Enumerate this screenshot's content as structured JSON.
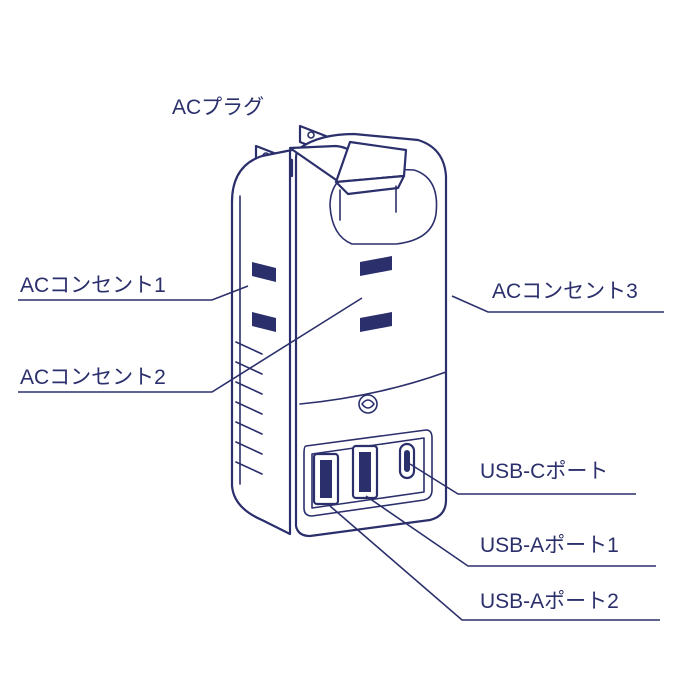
{
  "colors": {
    "line": "#2b2f6b",
    "background": "#ffffff"
  },
  "labels": {
    "ac_plug": "ACプラグ",
    "ac_outlet_1": "ACコンセント1",
    "ac_outlet_2": "ACコンセント2",
    "ac_outlet_3": "ACコンセント3",
    "usb_c_port": "USB-Cポート",
    "usb_a_port_1": "USB-Aポート1",
    "usb_a_port_2": "USB-Aポート2"
  },
  "icons": {
    "logo": "ohm-logo-icon"
  }
}
